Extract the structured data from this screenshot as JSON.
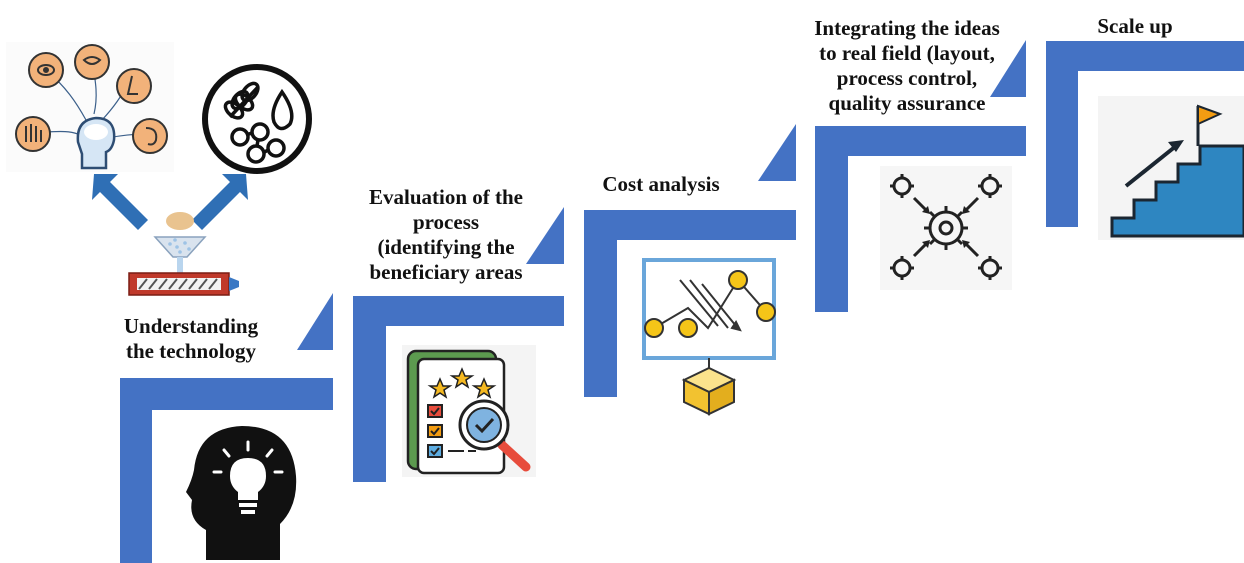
{
  "steps": [
    {
      "id": "understanding",
      "label_lines": [
        "Understanding",
        "the technology"
      ]
    },
    {
      "id": "evaluation",
      "label_lines": [
        "Evaluation of the",
        "process",
        "(identifying the",
        "beneficiary areas"
      ]
    },
    {
      "id": "cost",
      "label_lines": [
        "Cost analysis"
      ]
    },
    {
      "id": "integrating",
      "label_lines": [
        "Integrating the ideas",
        "to real field (layout,",
        "process control,",
        "quality assurance"
      ]
    },
    {
      "id": "scale",
      "label_lines": [
        "Scale up"
      ]
    }
  ],
  "icons": {
    "senses": "senses-icon",
    "food": "food-ingredients-icon",
    "extruder": "extruder-icon",
    "head": "head-lightbulb-icon",
    "checklist": "checklist-evaluation-icon",
    "cost": "cost-chart-icon",
    "gears": "gears-network-icon",
    "stairs": "stairs-growth-icon"
  },
  "colors": {
    "stair_blue": "#4472C4",
    "text": "#111111",
    "face_orange": "#F2B27A",
    "gear_gray": "#222222",
    "stairs_fill": "#2E86C1",
    "flag_orange": "#F39C12"
  }
}
